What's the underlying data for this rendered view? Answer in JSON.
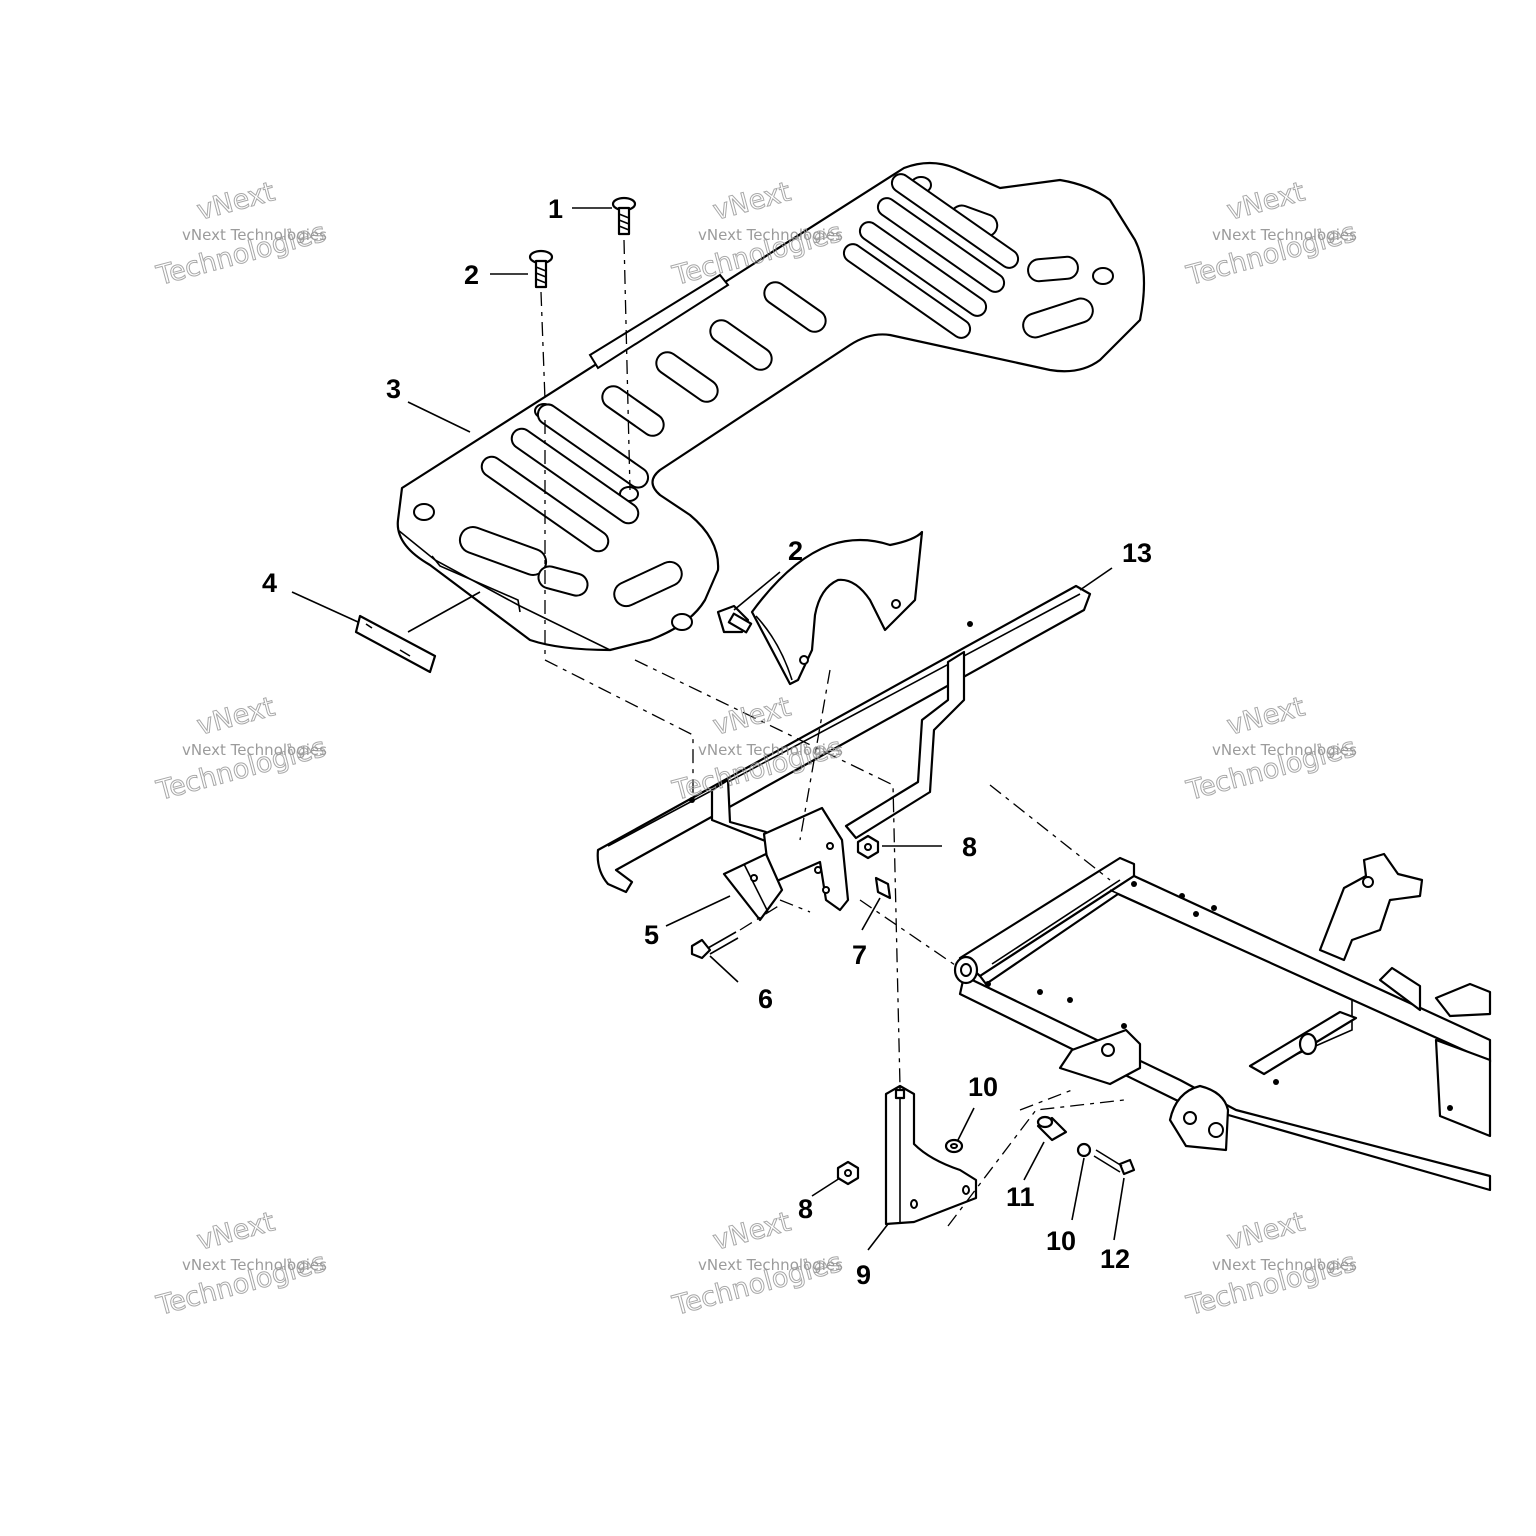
{
  "watermark": {
    "small_text": "vNext Technologies",
    "brand_text": "vNext",
    "large_text": "Technologies"
  },
  "callouts": [
    "1",
    "2",
    "3",
    "4",
    "5",
    "6",
    "7",
    "8",
    "9",
    "10",
    "11",
    "12",
    "13",
    "2",
    "8",
    "10"
  ]
}
